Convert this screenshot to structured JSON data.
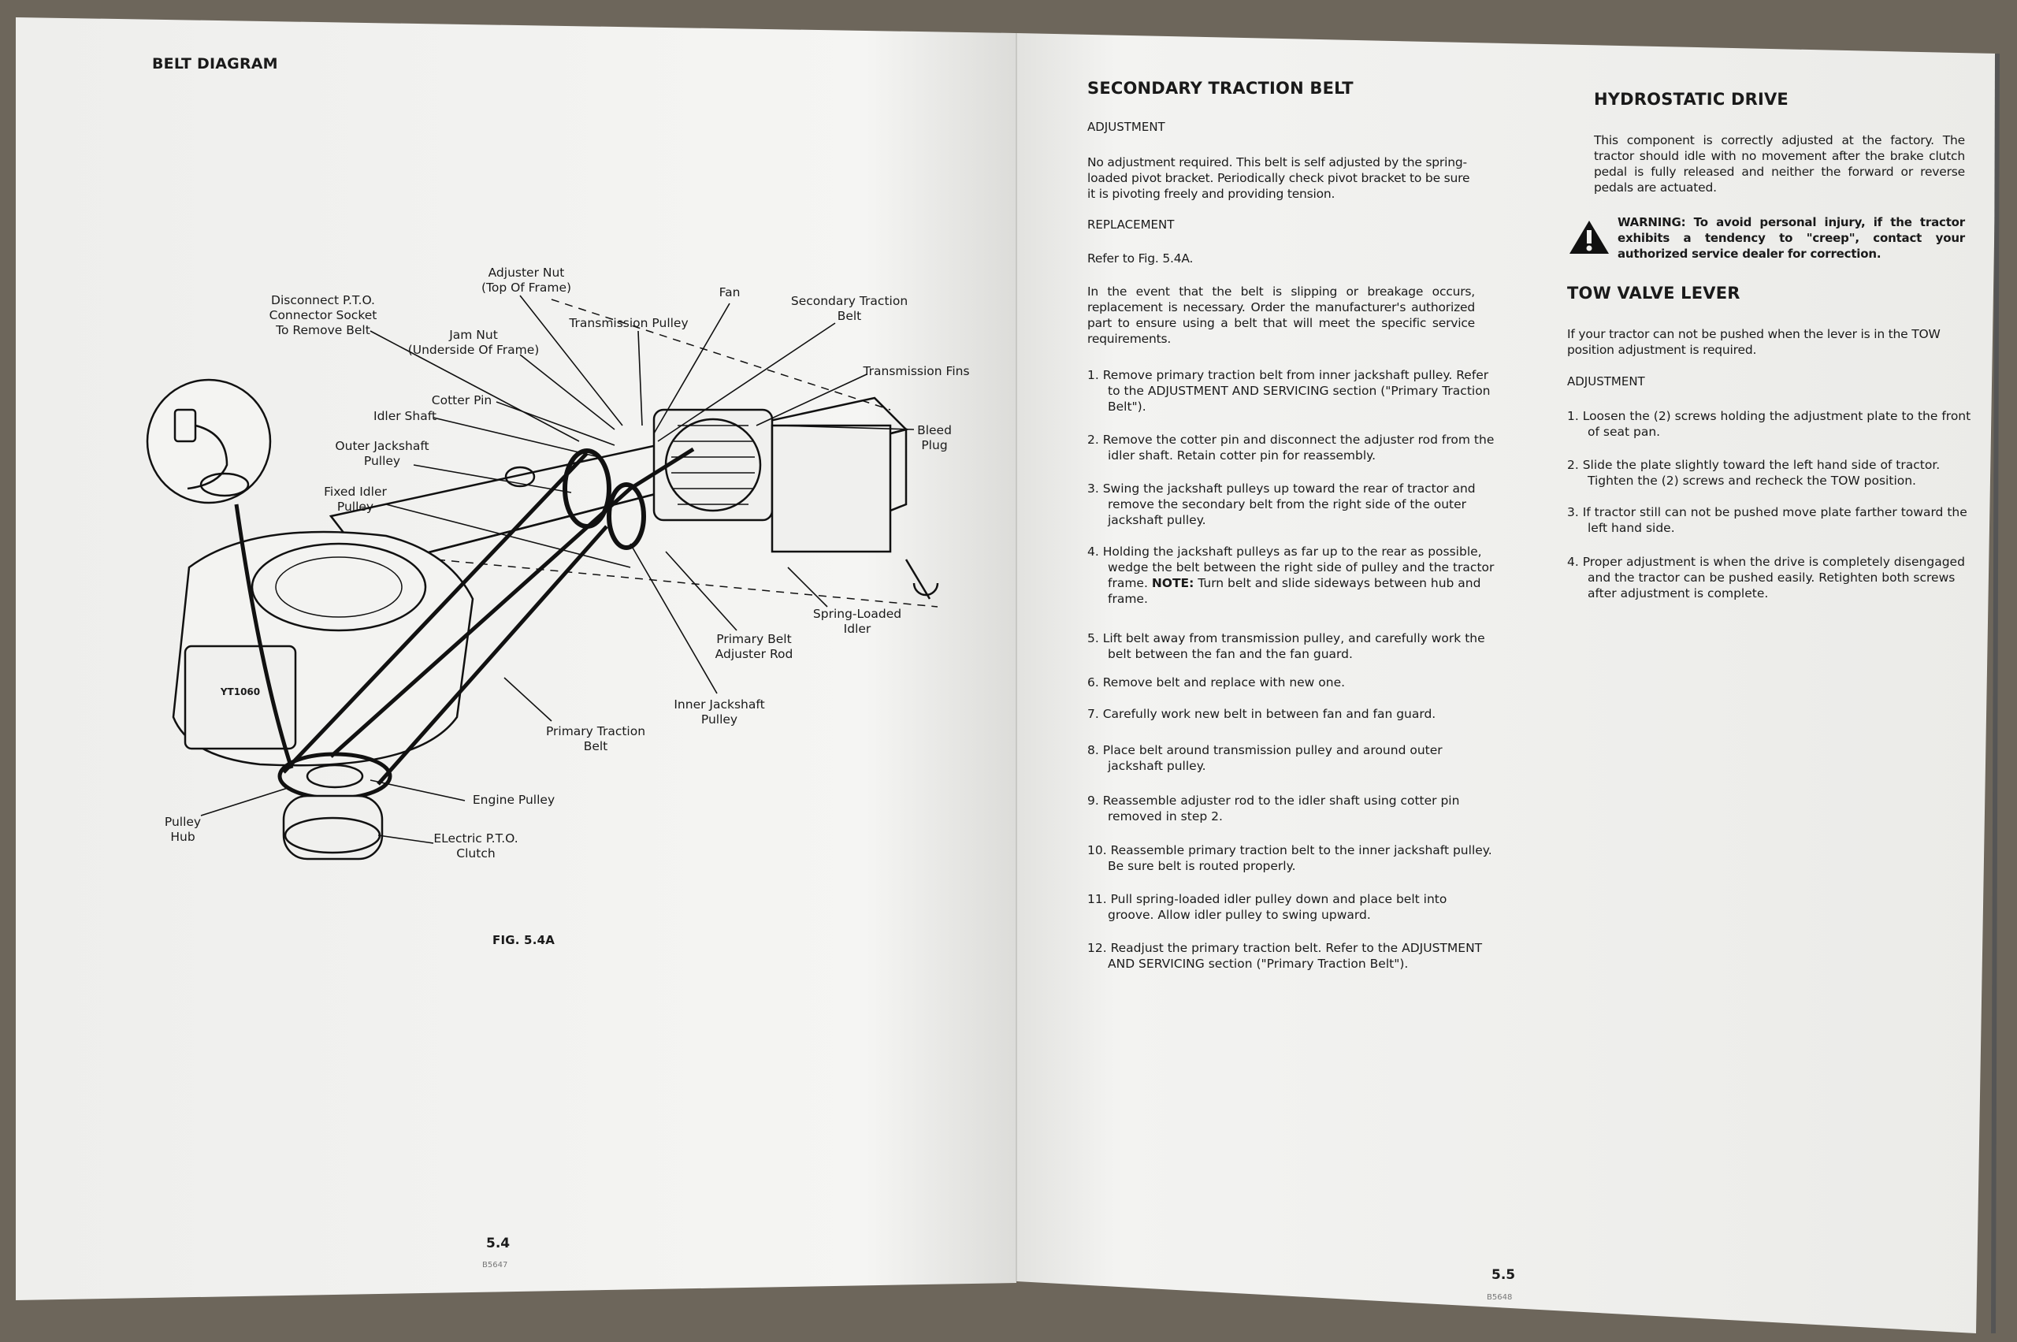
{
  "left_page": {
    "title": "BELT DIAGRAM",
    "figure_caption": "FIG. 5.4A",
    "page_number": "5.4",
    "doc_code": "B5647",
    "diagram_labels": [
      "Disconnect P.T.O.\nConnector Socket\nTo Remove Belt",
      "Adjuster Nut\n(Top Of Frame)",
      "Jam Nut\n(Underside Of Frame)",
      "Transmission Pulley",
      "Fan",
      "Secondary Traction\nBelt",
      "Transmission Fins",
      "Bleed\nPlug",
      "Cotter Pin",
      "Idler Shaft",
      "Outer Jackshaft\nPulley",
      "Fixed Idler\nPulley",
      "Spring-Loaded\nIdler",
      "Primary Belt\nAdjuster Rod",
      "Inner Jackshaft\nPulley",
      "Primary Traction\nBelt",
      "YT1060",
      "Engine Pulley",
      "Pulley\nHub",
      "ELectric P.T.O.\nClutch"
    ]
  },
  "right_page": {
    "page_number": "5.5",
    "doc_code": "B5648",
    "secondary": {
      "title": "SECONDARY TRACTION BELT",
      "adjustment_heading": "ADJUSTMENT",
      "adjustment_text": "No adjustment required. This belt is self adjusted by the spring-loaded pivot bracket. Periodically check pivot bracket to be sure it is pivoting freely and providing tension.",
      "replacement_heading": "REPLACEMENT",
      "refer": "Refer to Fig. 5.4A.",
      "replacement_text": "In the event that the belt is slipping or breakage occurs, replacement is necessary. Order the manufacturer's authorized part to ensure using a belt that will meet the specific service requirements.",
      "steps": [
        "1. Remove primary traction belt from inner jackshaft pulley. Refer to the ADJUSTMENT AND SERVICING section (\"Primary Traction Belt\").",
        "2. Remove the cotter pin and disconnect the adjuster rod from the idler shaft. Retain cotter pin for reassembly.",
        "3. Swing the jackshaft pulleys up toward the rear of tractor and remove the secondary belt from the right side of the outer jackshaft pulley.",
        "4. Holding the jackshaft pulleys as far up to the rear as possible, wedge the belt between the right side of pulley and the tractor frame.",
        "5. Lift belt away from transmission pulley, and carefully work the belt between the fan and the fan guard.",
        "6. Remove belt and replace with new one.",
        "7. Carefully work new belt in between fan and fan guard.",
        "8. Place belt around transmission pulley and around outer jackshaft pulley.",
        "9. Reassemble adjuster rod to the idler shaft using cotter pin removed in step 2.",
        "10. Reassemble primary traction belt to the inner jackshaft pulley. Be sure belt is routed properly.",
        "11. Pull spring-loaded idler pulley down and place belt into groove. Allow idler pulley to swing upward.",
        "12. Readjust the primary traction belt. Refer to the ADJUSTMENT AND SERVICING section (\"Primary Traction Belt\")."
      ],
      "step4_note_label": "NOTE:",
      "step4_note_text": " Turn belt and slide sideways between hub and frame."
    },
    "hydrostatic": {
      "title": "HYDROSTATIC DRIVE",
      "text": "This component is correctly adjusted at the factory. The tractor should idle with no movement after the brake clutch pedal is fully released and neither the forward or reverse pedals are actuated.",
      "warning": "WARNING: To avoid personal injury, if the tractor exhibits a tendency to \"creep\", contact your authorized service dealer for correction."
    },
    "tow_valve": {
      "title": "TOW VALVE LEVER",
      "text": "If your tractor can not be pushed when the lever is in the TOW position adjustment is required.",
      "adjustment_heading": "ADJUSTMENT",
      "steps": [
        "1. Loosen the (2) screws holding the adjustment plate to the front of seat pan.",
        "2. Slide the plate slightly toward the left hand side of tractor. Tighten the (2) screws and recheck the TOW position.",
        "3. If tractor still can not be pushed move plate farther toward the left hand side.",
        "4. Proper adjustment is when the drive is completely disengaged and the tractor can be pushed easily. Retighten both screws after adjustment is complete."
      ]
    }
  }
}
